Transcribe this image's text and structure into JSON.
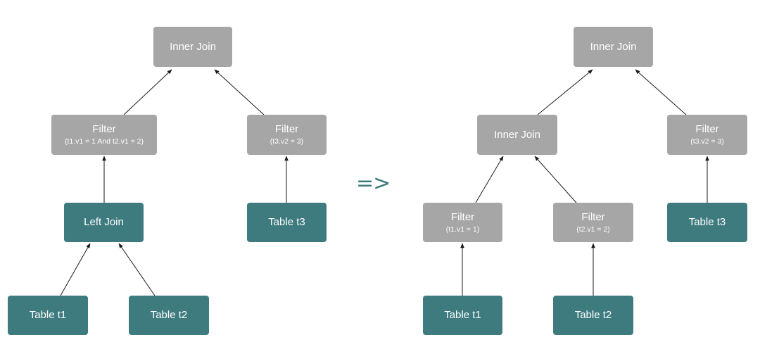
{
  "colors": {
    "operator": "#a6a6a6",
    "table": "#3e7b7f",
    "edge": "#1a1a1a",
    "arrow": "#3e7b7f"
  },
  "left": {
    "inner_join": "Inner Join",
    "filter_a": {
      "title": "Filter",
      "cond": "(t1.v1 = 1 And t2.v1 = 2)"
    },
    "filter_b": {
      "title": "Filter",
      "cond": "(t3.v2 = 3)"
    },
    "left_join": "Left Join",
    "table_t1": "Table t1",
    "table_t2": "Table t2",
    "table_t3": "Table t3"
  },
  "transform_arrow": "=>",
  "right": {
    "inner_join_top": "Inner Join",
    "inner_join_mid": "Inner Join",
    "filter_t1": {
      "title": "Filter",
      "cond": "(t1.v1 = 1)"
    },
    "filter_t2": {
      "title": "Filter",
      "cond": "(t2.v1 = 2)"
    },
    "filter_t3": {
      "title": "Filter",
      "cond": "(t3.v2 = 3)"
    },
    "table_t1": "Table t1",
    "table_t2": "Table t2",
    "table_t3": "Table t3"
  }
}
